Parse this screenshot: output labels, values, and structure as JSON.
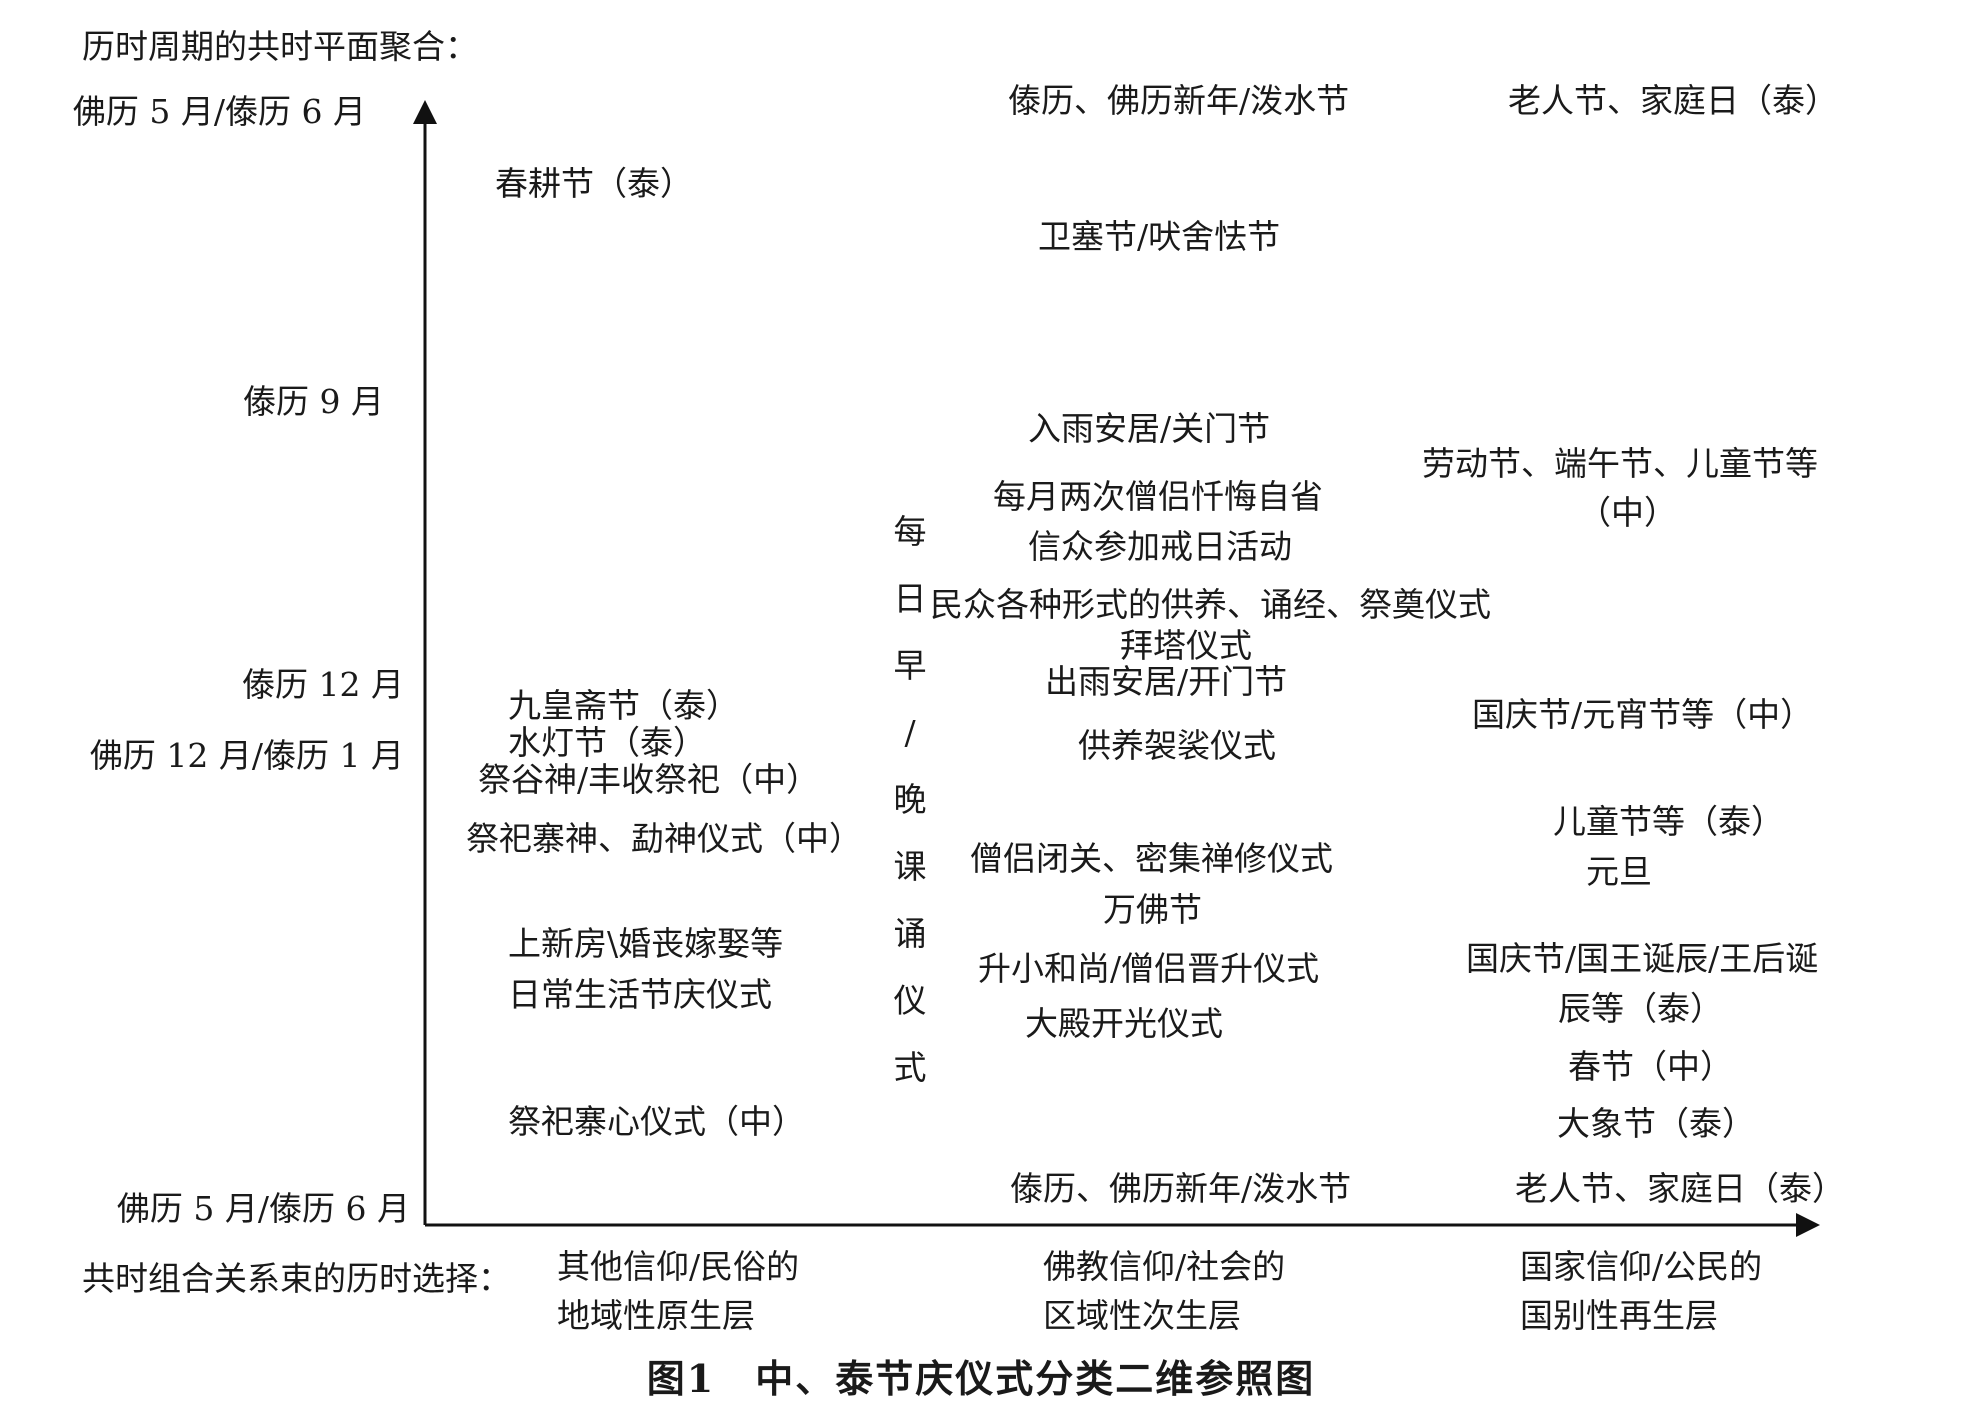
{
  "y_axis_title": "历时周期的共时平面聚合：",
  "x_axis_title": "共时组合关系束的历时选择：",
  "caption": "图1　中、泰节庆仪式分类二维参照图",
  "y_labels": [
    "佛历 5 月/傣历 6 月",
    "傣历 9 月",
    "傣历 12 月",
    "佛历 12 月/傣历 1 月",
    "佛历 5 月/傣历 6 月"
  ],
  "x_categories": [
    {
      "line1": "其他信仰/民俗的",
      "line2": "地域性原生层"
    },
    {
      "line1": "佛教信仰/社会的",
      "line2": "区域性次生层"
    },
    {
      "line1": "国家信仰/公民的",
      "line2": "国别性再生层"
    }
  ],
  "col1": [
    "春耕节（泰）",
    "九皇斋节（泰）",
    "水灯节（泰）",
    "祭谷神/丰收祭祀（中）",
    "祭祀寨神、勐神仪式（中）",
    "上新房\\婚丧嫁娶等",
    "日常生活节庆仪式",
    "祭祀寨心仪式（中）"
  ],
  "vertical_label": [
    "每",
    "日",
    "早",
    "/",
    "晚",
    "课",
    "诵",
    "仪",
    "式"
  ],
  "col2": [
    "傣历、佛历新年/泼水节",
    "卫塞节/吠舍怯节",
    "入雨安居/关门节",
    "每月两次僧侣忏悔自省",
    "信众参加戒日活动",
    "民众各种形式的供养、诵经、祭奠仪式",
    "拜塔仪式",
    "出雨安居/开门节",
    "供养袈裟仪式",
    "僧侣闭关、密集禅修仪式",
    "万佛节",
    "升小和尚/僧侣晋升仪式",
    "大殿开光仪式",
    "傣历、佛历新年/泼水节"
  ],
  "col3": [
    "老人节、家庭日（泰）",
    "劳动节、端午节、儿童节等",
    "（中）",
    "国庆节/元宵节等（中）",
    "儿童节等（泰）",
    "元旦",
    "国庆节/国王诞辰/王后诞",
    "辰等（泰）",
    "春节（中）",
    "大象节（泰）",
    "老人节、家庭日（泰）"
  ]
}
